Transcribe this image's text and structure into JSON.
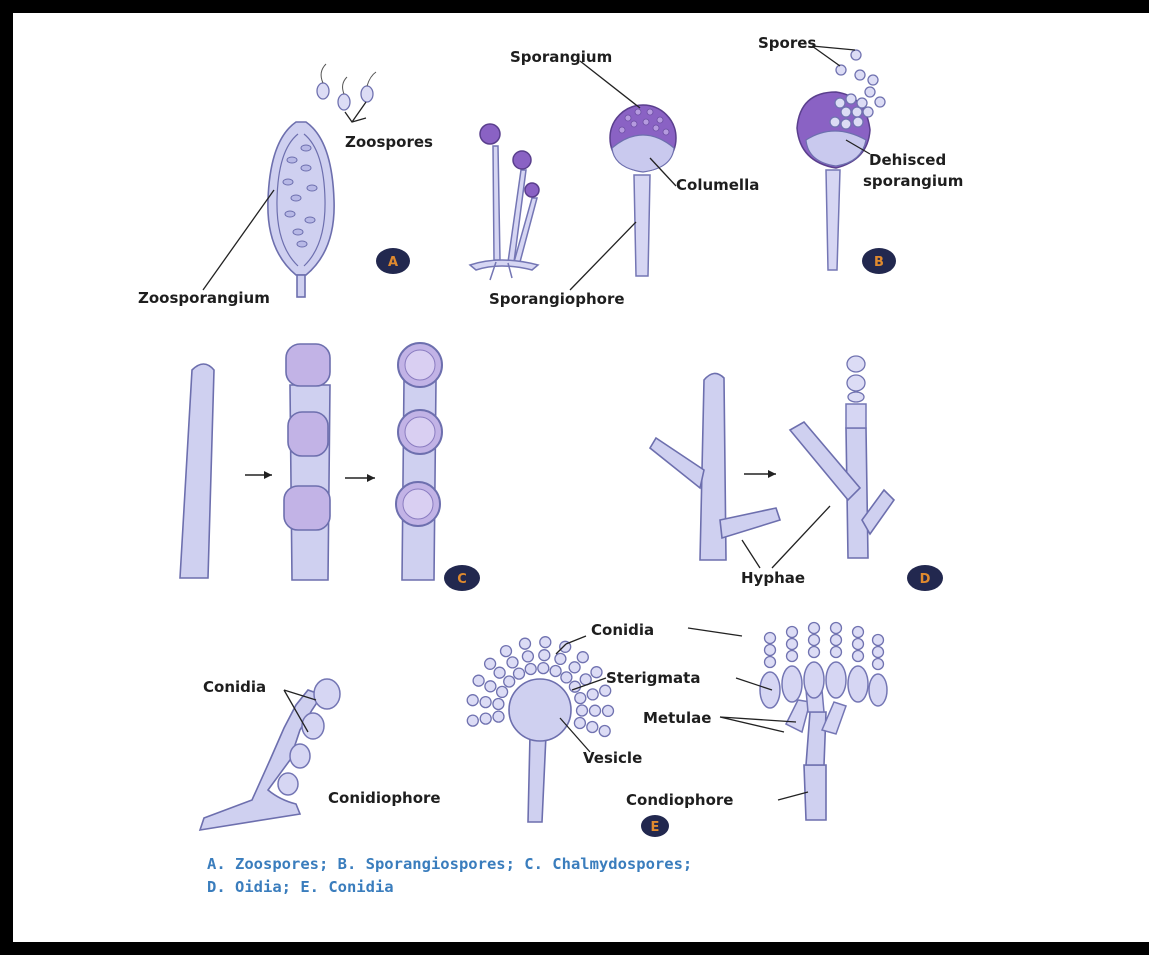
{
  "labels": {
    "zoospores": "Zoospores",
    "zoosporangium": "Zoosporangium",
    "sporangium": "Sporangium",
    "columella": "Columella",
    "sporangiophore": "Sporangiophore",
    "spores": "Spores",
    "dehisced_1": "Dehisced",
    "dehisced_2": "sporangium",
    "hyphae": "Hyphae",
    "conidia_left": "Conidia",
    "conidia_top": "Conidia",
    "sterigmata": "Sterigmata",
    "metulae": "Metulae",
    "vesicle": "Vesicle",
    "conidiophore": "Conidiophore",
    "condiophore": "Condiophore"
  },
  "badges": {
    "a": "A",
    "b": "B",
    "c": "C",
    "d": "D",
    "e": "E"
  },
  "caption": {
    "line1": "A. Zoospores; B. Sporangiospores; C. Chalmydospores;",
    "line2": "D. Oidia; E. Conidia"
  },
  "colors": {
    "badge_fill": "#22284f",
    "badge_text": "#e08a2e",
    "caption": "#3a7dbd",
    "hypha_fill": "#cfd0f0",
    "sporangium_fill": "#8a62c4"
  }
}
